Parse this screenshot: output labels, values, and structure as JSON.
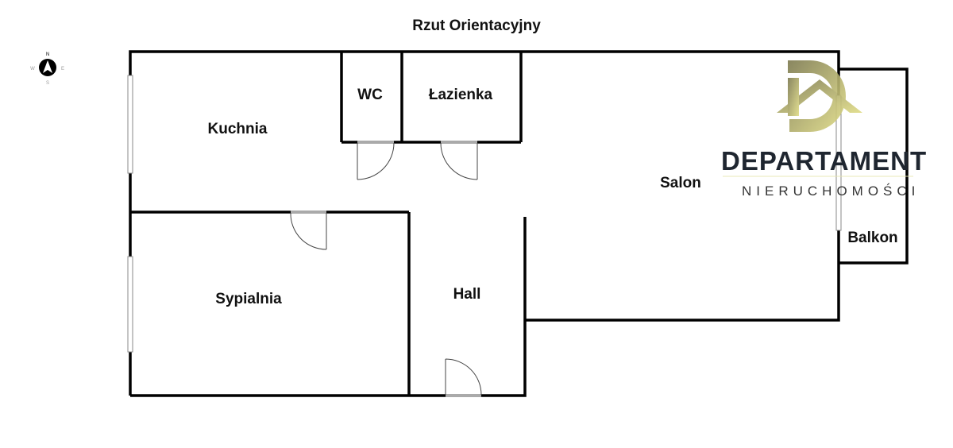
{
  "title": "Rzut Orientacyjny",
  "compass": {
    "n": "N",
    "e": "E",
    "s": "S",
    "w": "W"
  },
  "rooms": {
    "kuchnia": "Kuchnia",
    "wc": "WC",
    "lazienka": "Łazienka",
    "salon": "Salon",
    "balkon": "Balkon",
    "sypialnia": "Sypialnia",
    "hall": "Hall"
  },
  "logo": {
    "name": "DEPARTAMENT",
    "subtitle": "NIERUCHOMOŚCI"
  },
  "colors": {
    "wall": "#000000",
    "door": "#999999",
    "logo_gold": "#c9c46a",
    "logo_dark": "#1f2630"
  }
}
